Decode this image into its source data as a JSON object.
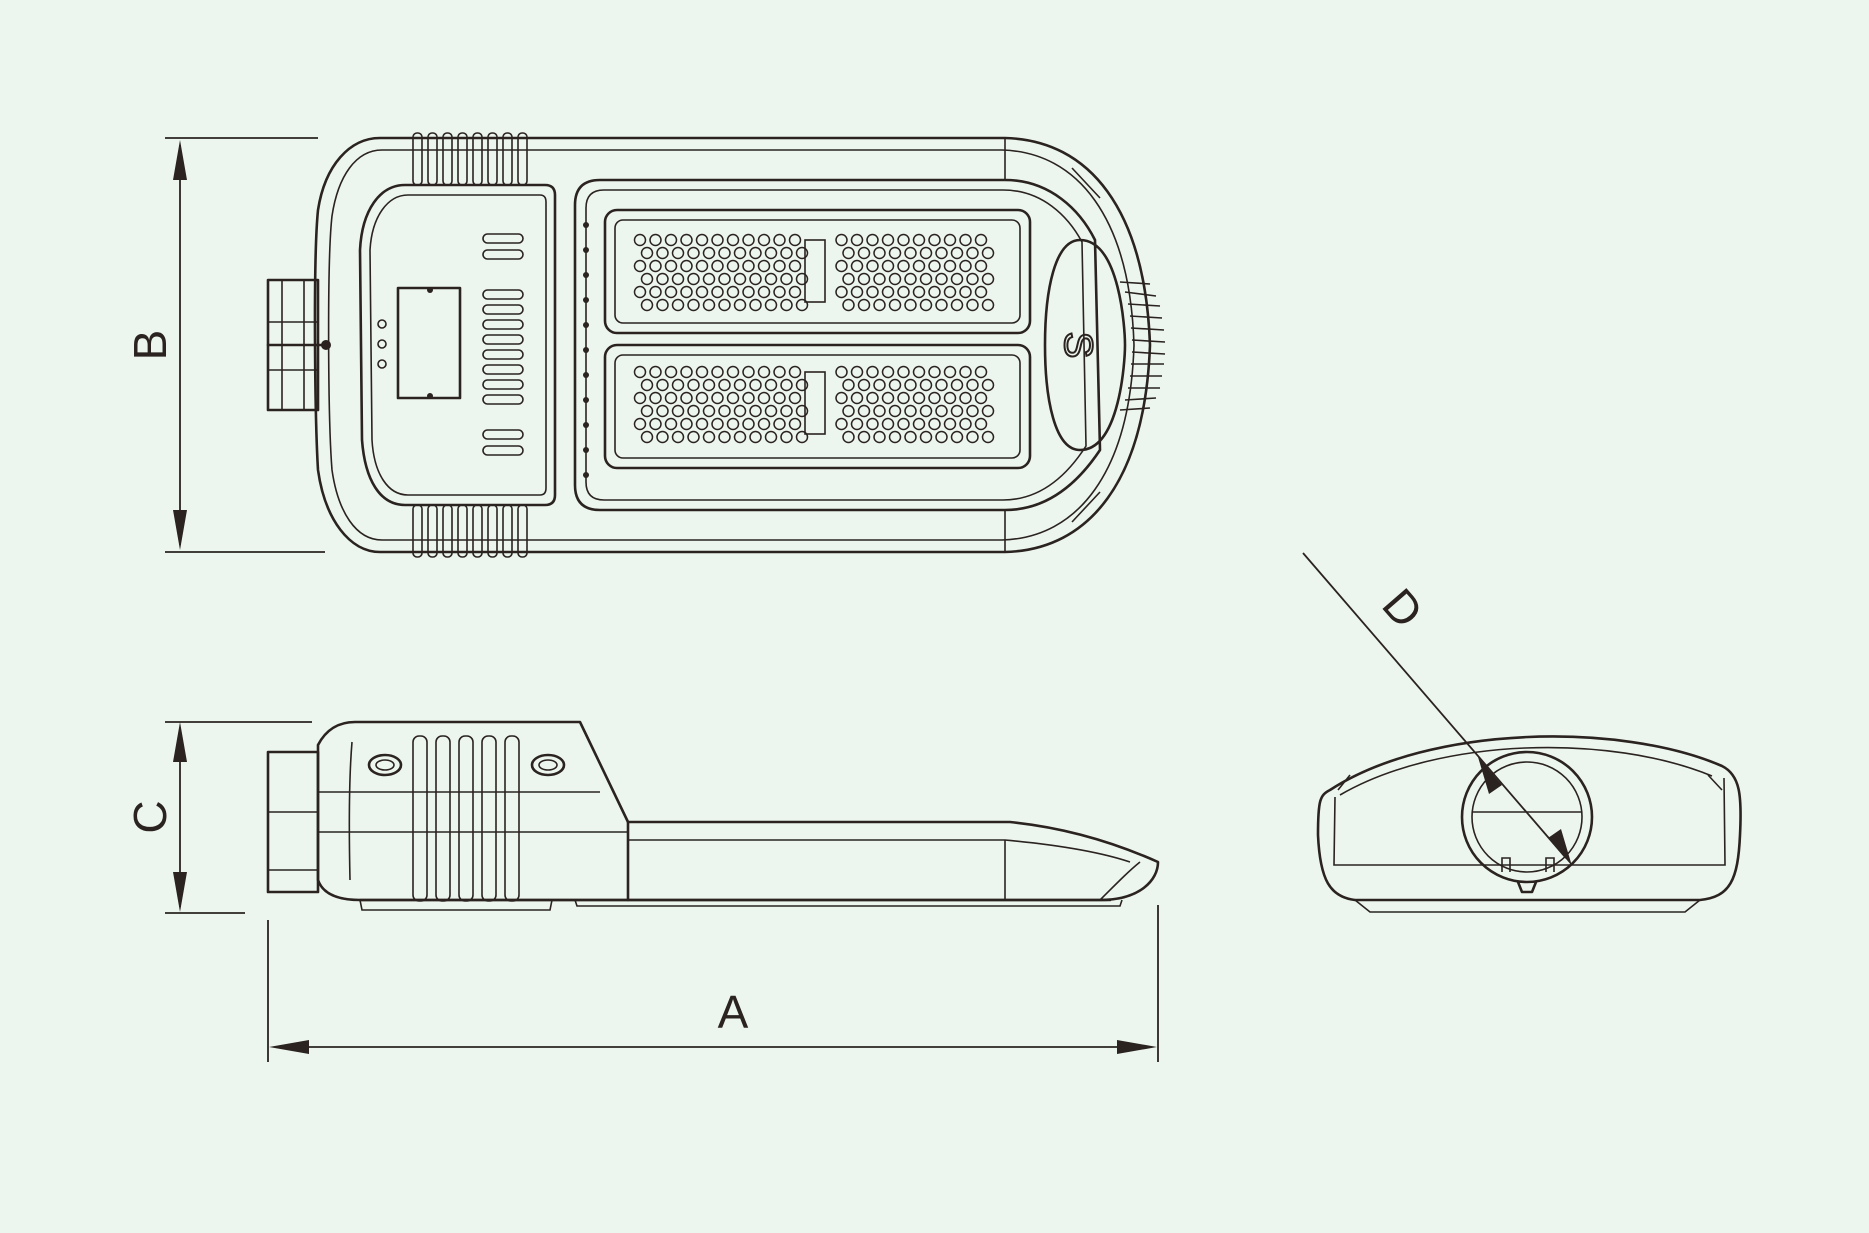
{
  "dimensions": {
    "a": "A",
    "b": "B",
    "c": "C",
    "d": "D"
  },
  "brand_mark": "S",
  "colors": {
    "background": "#edf6ee",
    "line": "#2a2320"
  }
}
